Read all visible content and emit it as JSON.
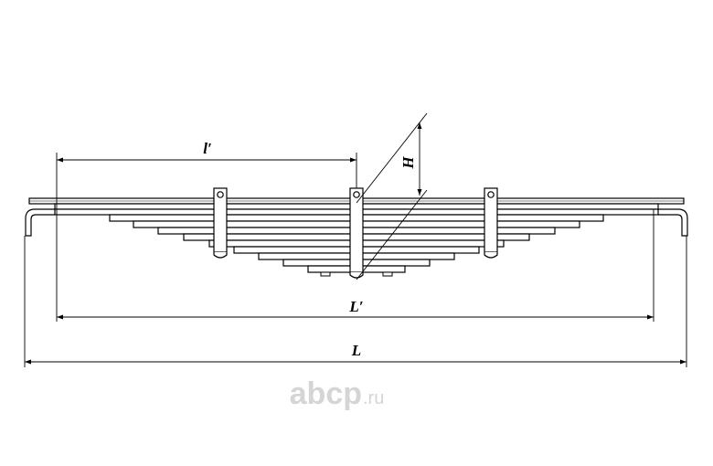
{
  "labels": {
    "l_prime": "l′",
    "H": "H",
    "L_prime": "L′",
    "L": "L"
  },
  "watermark": {
    "name": "abcp",
    "tld": ".ru"
  },
  "colors": {
    "line": "#000000",
    "watermark": "#d5d5d5"
  }
}
